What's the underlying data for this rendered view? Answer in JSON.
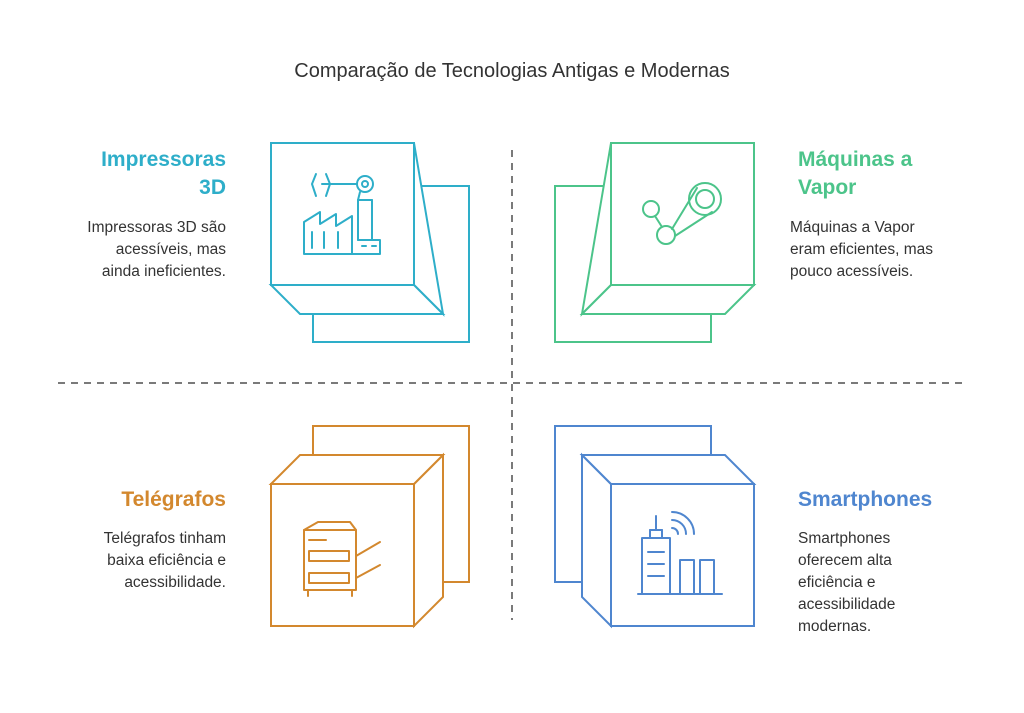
{
  "title": "Comparação de Tecnologias Antigas e Modernas",
  "colors": {
    "top_left": "#2eaec9",
    "top_right": "#4cc48a",
    "bottom_left": "#d3882e",
    "bottom_right": "#4f86cf",
    "divider": "#7a7a7a"
  },
  "quadrants": {
    "top_left": {
      "title_line1": "Impressoras",
      "title_line2": "3D",
      "desc_lines": [
        "Impressoras 3D são",
        "acessíveis, mas",
        "ainda ineficientes."
      ],
      "icon": "factory-robot-arm-icon"
    },
    "top_right": {
      "title_line1": "Máquinas a",
      "title_line2": "Vapor",
      "desc_lines": [
        "Máquinas a Vapor",
        "eram eficientes, mas",
        "pouco acessíveis."
      ],
      "icon": "steam-engine-linkage-icon"
    },
    "bottom_left": {
      "title_line1": "Telégrafos",
      "desc_lines": [
        "Telégrafos tinham",
        "baixa eficiência e",
        "acessibilidade."
      ],
      "icon": "telegraph-machine-icon"
    },
    "bottom_right": {
      "title_line1": "Smartphones",
      "desc_lines": [
        "Smartphones",
        "oferecem alta",
        "eficiência e",
        "acessibilidade",
        "modernas."
      ],
      "icon": "city-signal-icon"
    }
  }
}
